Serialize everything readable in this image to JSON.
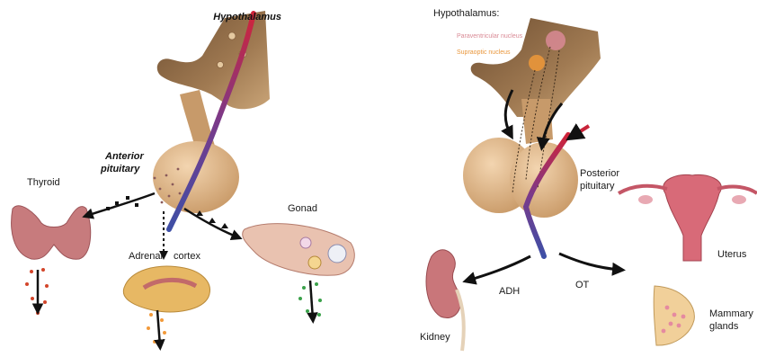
{
  "left_panel": {
    "hypothalamus_label": "Hypothalamus",
    "anterior_label_line1": "Anterior",
    "anterior_label_line2": "pituitary",
    "thyroid_label": "Thyroid",
    "adrenal_label": "Adrenal",
    "cortex_label": "cortex",
    "gonad_label": "Gonad"
  },
  "right_panel": {
    "hypothalamus_label": "Hypothalamus:",
    "paraventricular_label": "Paraventricular nucleus",
    "supraoptic_label": "Supraoptic nucleus",
    "posterior_label_line1": "Posterior",
    "posterior_label_line2": "pituitary",
    "adh_label": "ADH",
    "ot_label": "OT",
    "kidney_label": "Kidney",
    "uterus_label": "Uterus",
    "mammary_label_line1": "Mammary",
    "mammary_label_line2": "glands"
  },
  "colors": {
    "brain_tissue": "#a07a52",
    "pituitary": "#dcb489",
    "vessel_red": "#c8243a",
    "vessel_blue": "#3e4fa6",
    "paraventricular": "#d98a95",
    "supraoptic": "#e9963a",
    "thyroid": "#c77b7d",
    "kidney": "#c9767a",
    "adrenal": "#e7b864",
    "gonad": "#e9c2b0",
    "uterus": "#d86a78",
    "mammary": "#f1d09a",
    "arrow": "#111111"
  }
}
